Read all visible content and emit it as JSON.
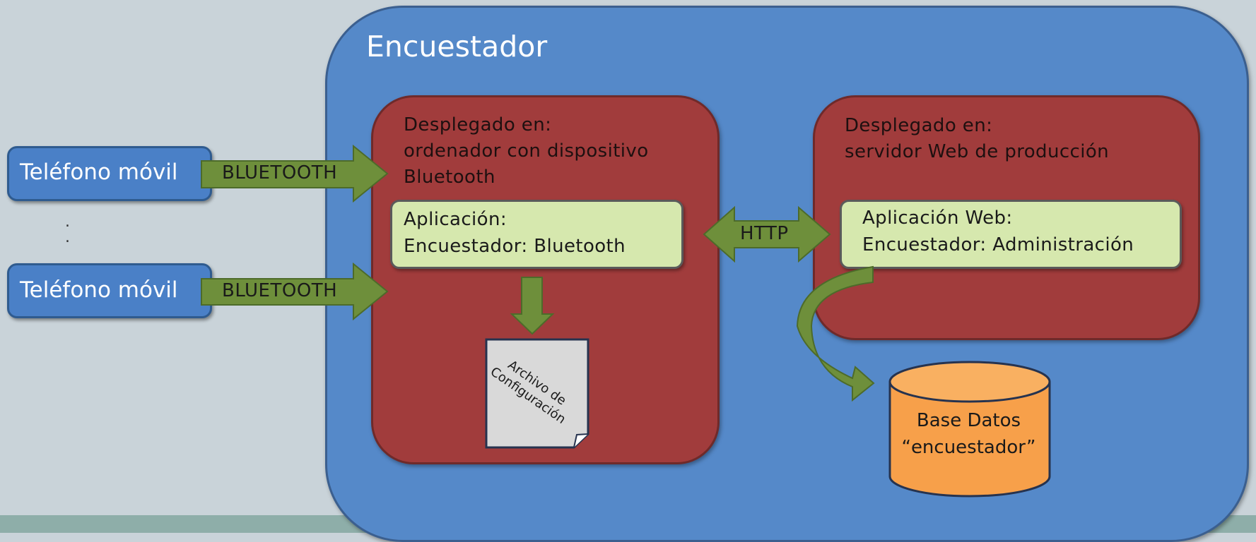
{
  "diagram": {
    "main_title": "Encuestador",
    "phones": [
      {
        "label": "Teléfono móvil",
        "link": "BLUETOOTH"
      },
      {
        "label": "Teléfono móvil",
        "link": "BLUETOOTH"
      }
    ],
    "ellipsis": ".\n.",
    "left_host": {
      "text": "Desplegado en:\nordenador con dispositivo\nBluetooth",
      "app": "Aplicación:\nEncuestador: Bluetooth",
      "file": "Archivo de\nConfiguración"
    },
    "connection": "HTTP",
    "right_host": {
      "text": "Desplegado en:\nservidor Web de producción",
      "app": "Aplicación Web:\nEncuestador: Administración"
    },
    "database": "Base Datos\n“encuestador”"
  },
  "colors": {
    "background": "#c9d3d9",
    "outer_panel": "#5589c9",
    "host_box": "#a13c3c",
    "app_box": "#d6e8ae",
    "arrow": "#6e8f3b",
    "database": "#f7a04a",
    "phone_box": "#4a80c7"
  }
}
